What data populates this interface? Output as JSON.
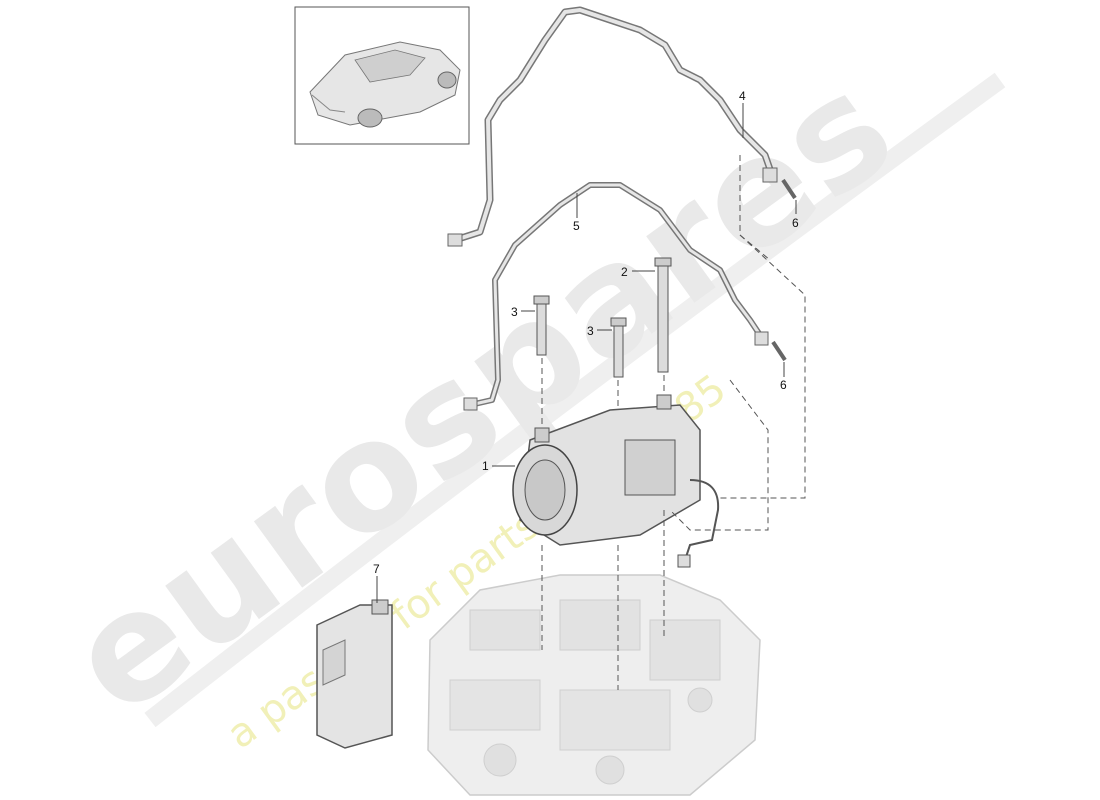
{
  "watermark": {
    "brand": "eurospares",
    "tagline": "a passion for parts since 1985"
  },
  "thumbnail": {
    "icon": "car-thumbnail-icon"
  },
  "callouts": [
    {
      "id": "1",
      "label": "1"
    },
    {
      "id": "2",
      "label": "2"
    },
    {
      "id": "3a",
      "label": "3"
    },
    {
      "id": "3b",
      "label": "3"
    },
    {
      "id": "4",
      "label": "4"
    },
    {
      "id": "5",
      "label": "5"
    },
    {
      "id": "6a",
      "label": "6"
    },
    {
      "id": "6b",
      "label": "6"
    },
    {
      "id": "7",
      "label": "7"
    }
  ],
  "parts": {
    "compressor": "compressor-icon",
    "pipe_upper": "refrigerant-pipe-icon",
    "pipe_lower": "refrigerant-pipe-icon",
    "bolts": "bolt-icon",
    "oil": "oil-bottle-icon",
    "engine": "engine-block-icon"
  },
  "colors": {
    "line": "#444444",
    "part_fill": "#e8e8e8",
    "engine_fill": "#eeeeee"
  }
}
